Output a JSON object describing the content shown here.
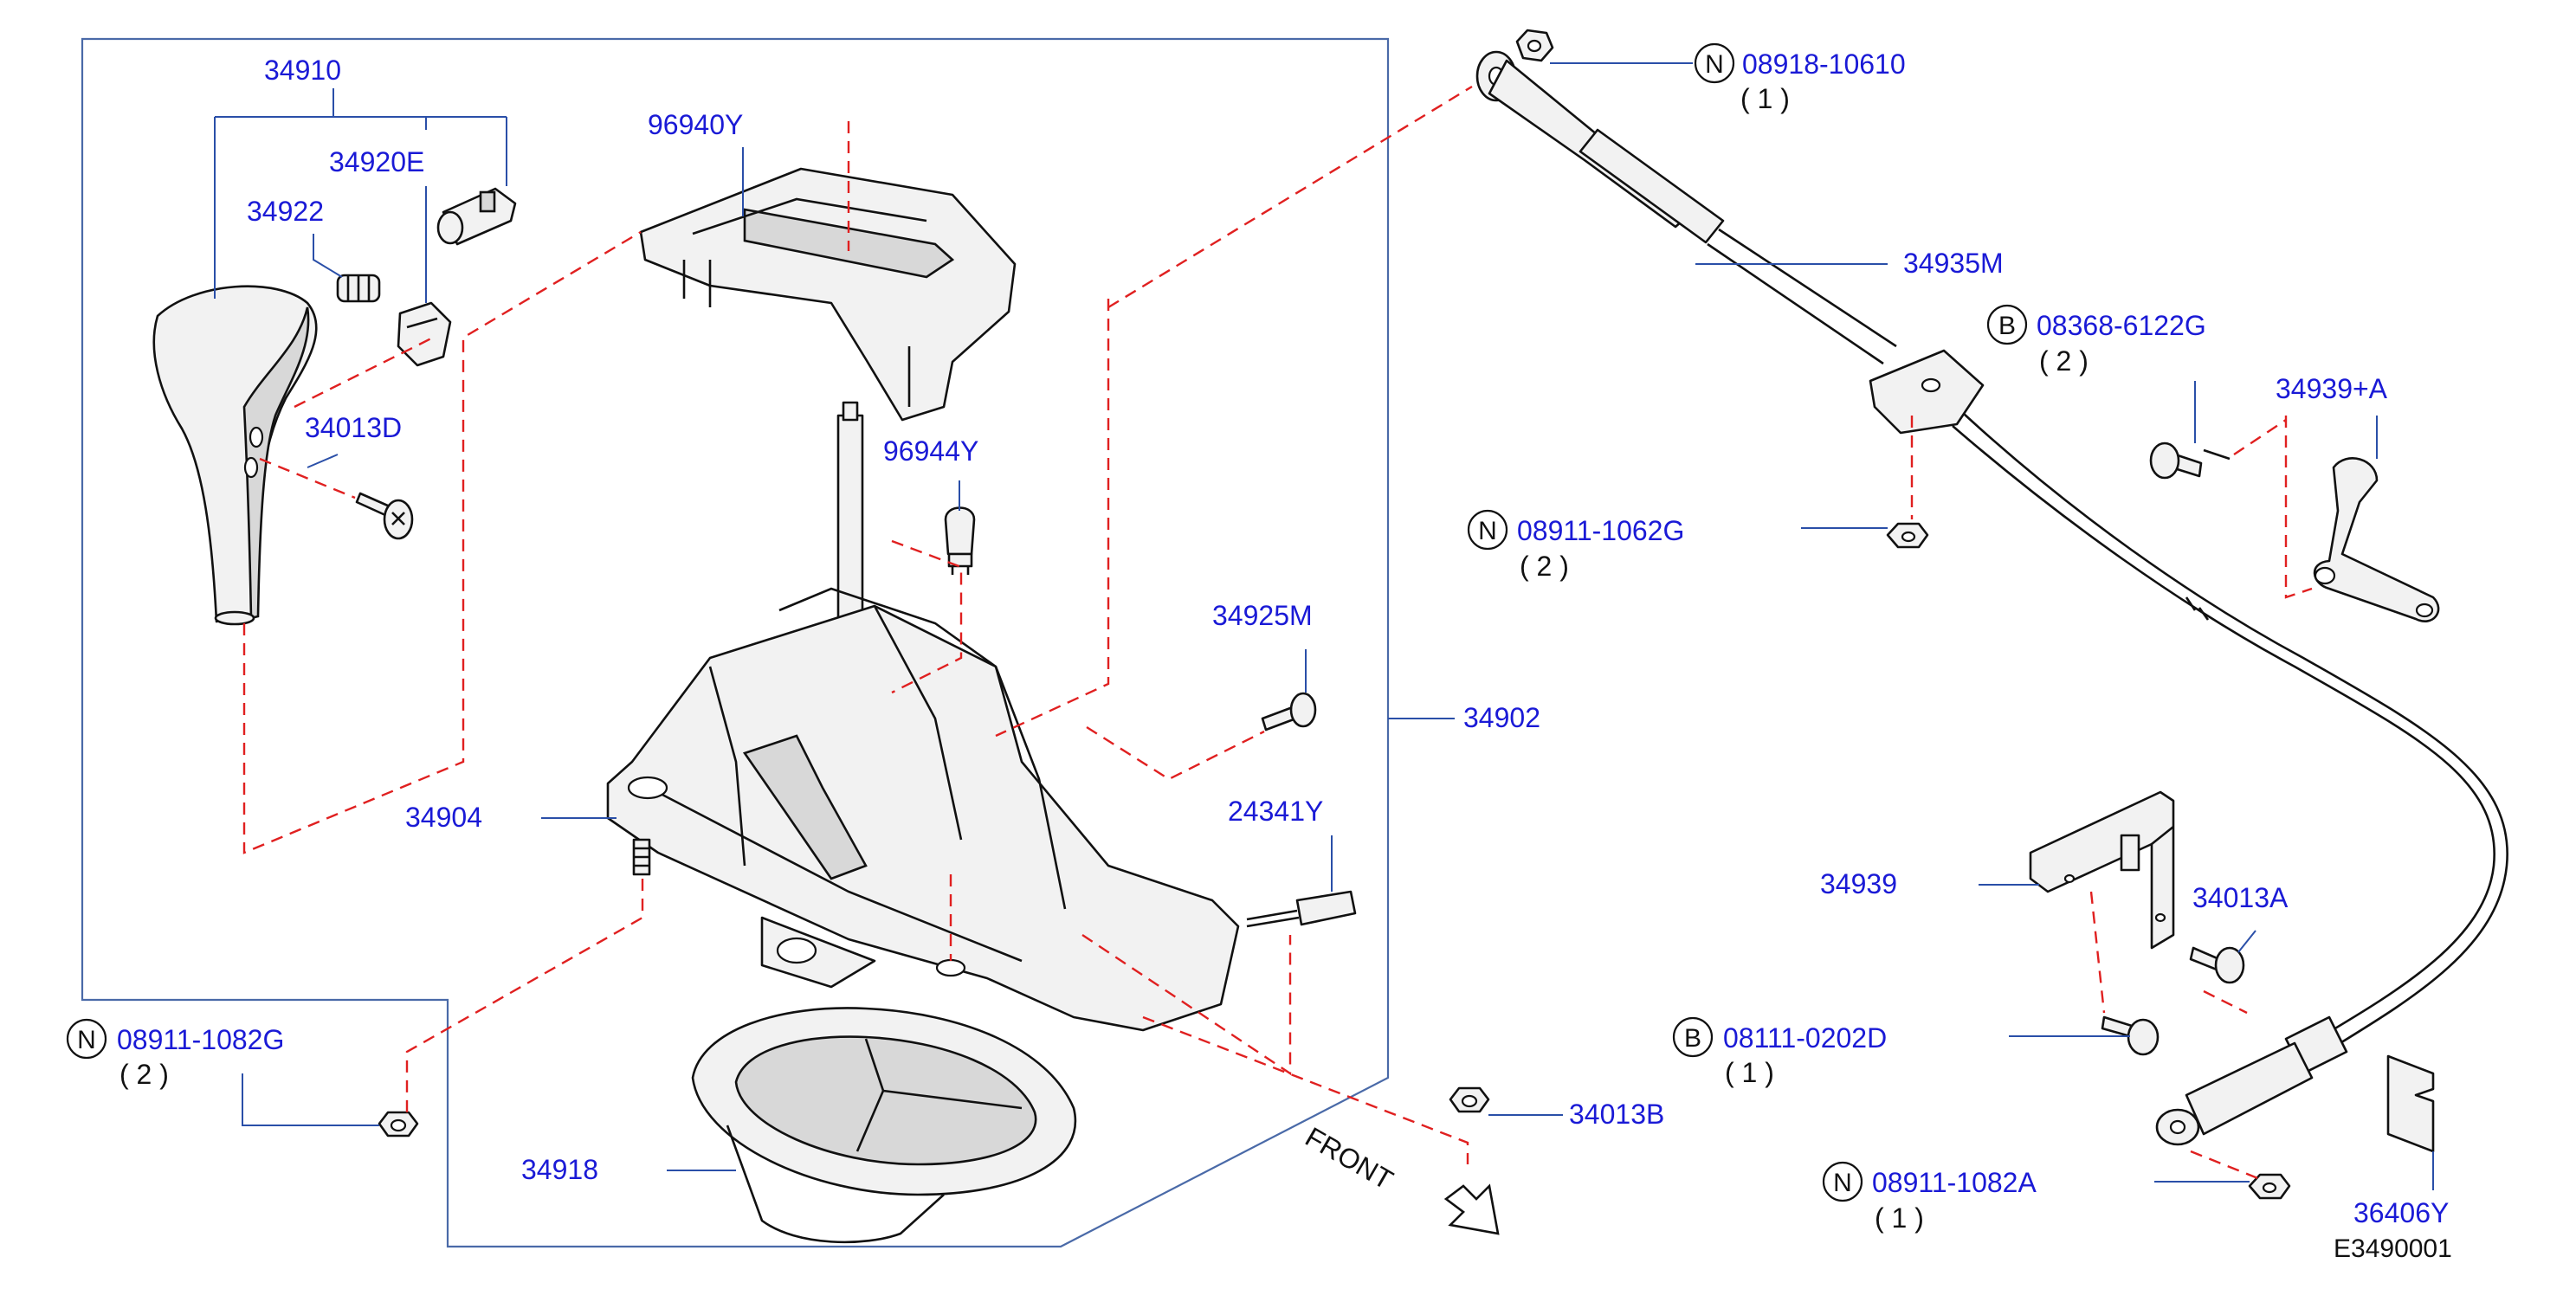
{
  "colors": {
    "label": "#1a1ad6",
    "line": "#111111",
    "leader": "#2a4fa8",
    "dash": "#e02020",
    "frame": "#4a6aa8"
  },
  "labels": {
    "l34910": "34910",
    "l34920E": "34920E",
    "l34922": "34922",
    "l34013D": "34013D",
    "l96940Y": "96940Y",
    "l96944Y": "96944Y",
    "l34925M": "34925M",
    "l34902": "34902",
    "l34904": "34904",
    "l24341Y": "24341Y",
    "l34918": "34918",
    "l34013B": "34013B",
    "l34935M": "34935M",
    "l34939A": "34939+A",
    "l34939": "34939",
    "l34013A": "34013A",
    "l36406Y": "36406Y",
    "figure_code": "E3490001",
    "front": "FRONT"
  },
  "fasteners": {
    "f1": {
      "prefix": "N",
      "part": "08918-10610",
      "qty": "( 1 )"
    },
    "f2": {
      "prefix": "B",
      "part": "08368-6122G",
      "qty": "( 2 )"
    },
    "f3": {
      "prefix": "N",
      "part": "08911-1062G",
      "qty": "( 2 )"
    },
    "f4": {
      "prefix": "N",
      "part": "08911-1082G",
      "qty": "( 2 )"
    },
    "f5": {
      "prefix": "B",
      "part": "08111-0202D",
      "qty": "( 1 )"
    },
    "f6": {
      "prefix": "N",
      "part": "08911-1082A",
      "qty": "( 1 )"
    }
  }
}
